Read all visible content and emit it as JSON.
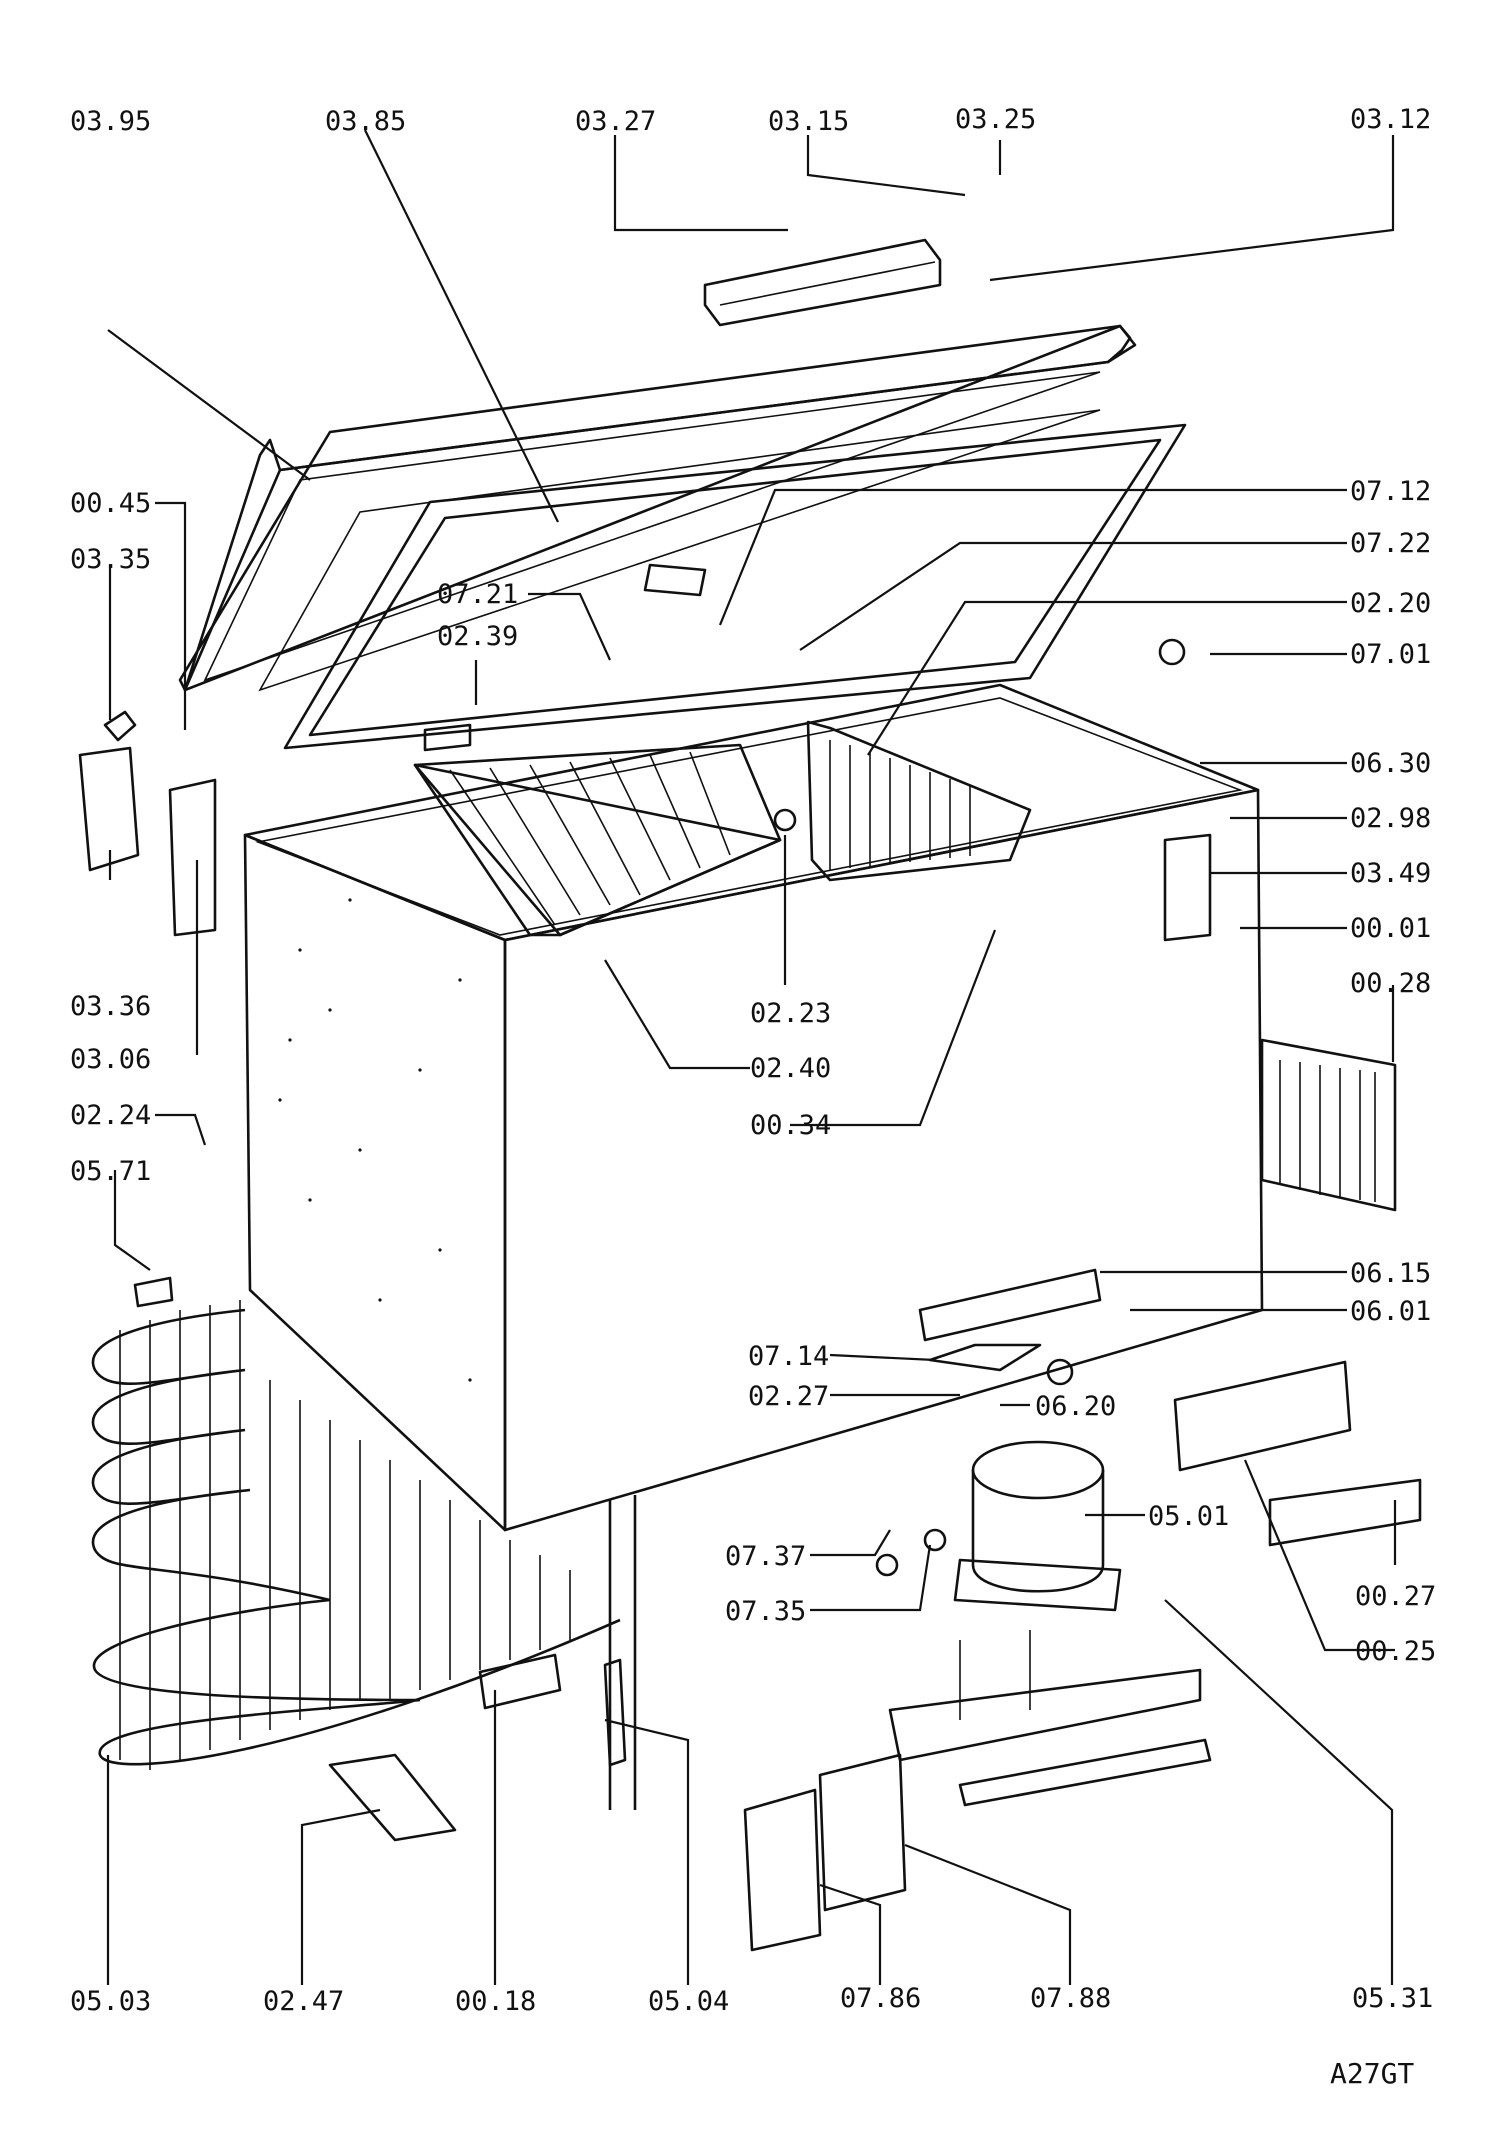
{
  "diagram": {
    "reference_code": "A27GT",
    "part_labels": {
      "p0395": "03.95",
      "p0385": "03.85",
      "p0327": "03.27",
      "p0315": "03.15",
      "p0325": "03.25",
      "p0312": "03.12",
      "p0045": "00.45",
      "p0335": "03.35",
      "p0712": "07.12",
      "p0722": "07.22",
      "p0721": "07.21",
      "p0239": "02.39",
      "p0220": "02.20",
      "p0701": "07.01",
      "p0630": "06.30",
      "p0298": "02.98",
      "p0349": "03.49",
      "p0001": "00.01",
      "p0028": "00.28",
      "p0336": "03.36",
      "p0306": "03.06",
      "p0223": "02.23",
      "p0240": "02.40",
      "p0034": "00.34",
      "p0224": "02.24",
      "p0571": "05.71",
      "p0615": "06.15",
      "p0601": "06.01",
      "p0714": "07.14",
      "p0227": "02.27",
      "p0620": "06.20",
      "p0501": "05.01",
      "p0737": "07.37",
      "p0735": "07.35",
      "p0027": "00.27",
      "p0025": "00.25",
      "p0503": "05.03",
      "p0247": "02.47",
      "p0018": "00.18",
      "p0504": "05.04",
      "p0786": "07.86",
      "p0788": "07.88",
      "p0531": "05.31"
    }
  }
}
